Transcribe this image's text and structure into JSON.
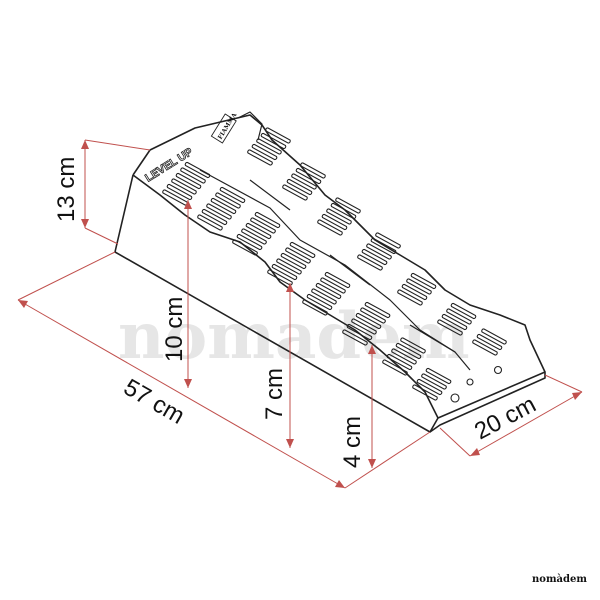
{
  "product_label": "LEVEL UP",
  "brand_mark": "FIAMMA",
  "watermark": "nomadem",
  "corner_brand": "nomàdem",
  "dimensions": {
    "height_total": "13 cm",
    "length": "57 cm",
    "width": "20 cm",
    "step_high": "10 cm",
    "step_mid": "7 cm",
    "step_low": "4 cm"
  },
  "colors": {
    "dimension_line": "#c0504d",
    "outline": "#222222",
    "watermark": "#e6e6e6"
  }
}
